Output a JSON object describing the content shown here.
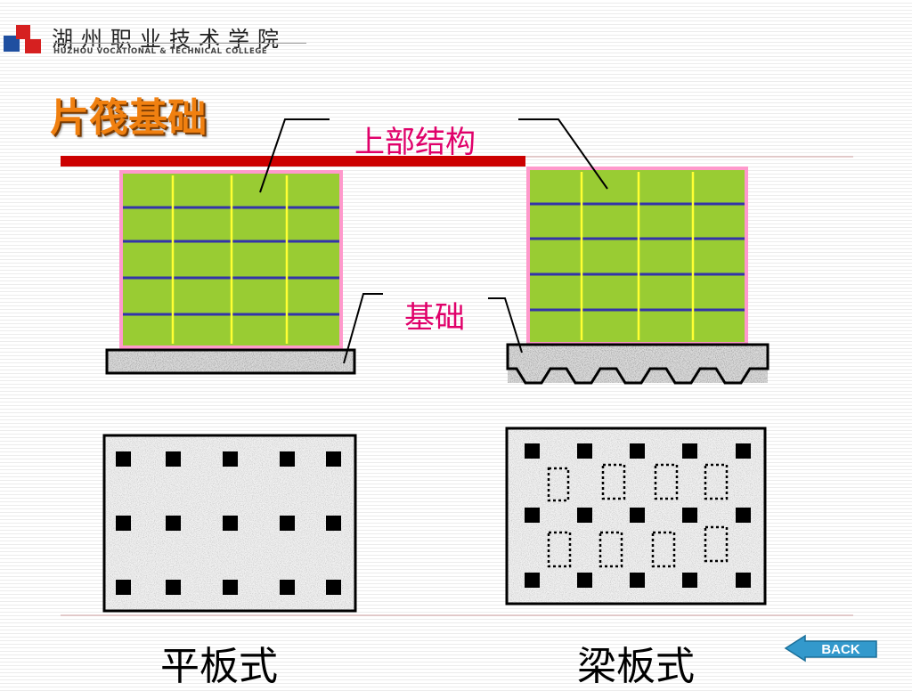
{
  "header": {
    "school_name_cn": "湖州职业技术学院",
    "school_name_en": "HUZHOU VOCATIONAL & TECHNICAL COLLEGE"
  },
  "slide": {
    "title": "片筏基础",
    "label_superstructure": "上部结构",
    "label_foundation": "基础",
    "caption_flat": "平板式",
    "caption_beam": "梁板式"
  },
  "nav": {
    "back_label": "BACK"
  },
  "colors": {
    "title": "#f08010",
    "label": "#e0006a",
    "accent_bar": "#cc0000",
    "building_fill": "#99cc33",
    "floor_line": "#3333aa",
    "column_line": "#ffff33",
    "building_border": "#ff99cc",
    "back_button": "#3399cc"
  },
  "icons": {
    "logo": "college-logo-icon",
    "back": "back-arrow-icon"
  }
}
